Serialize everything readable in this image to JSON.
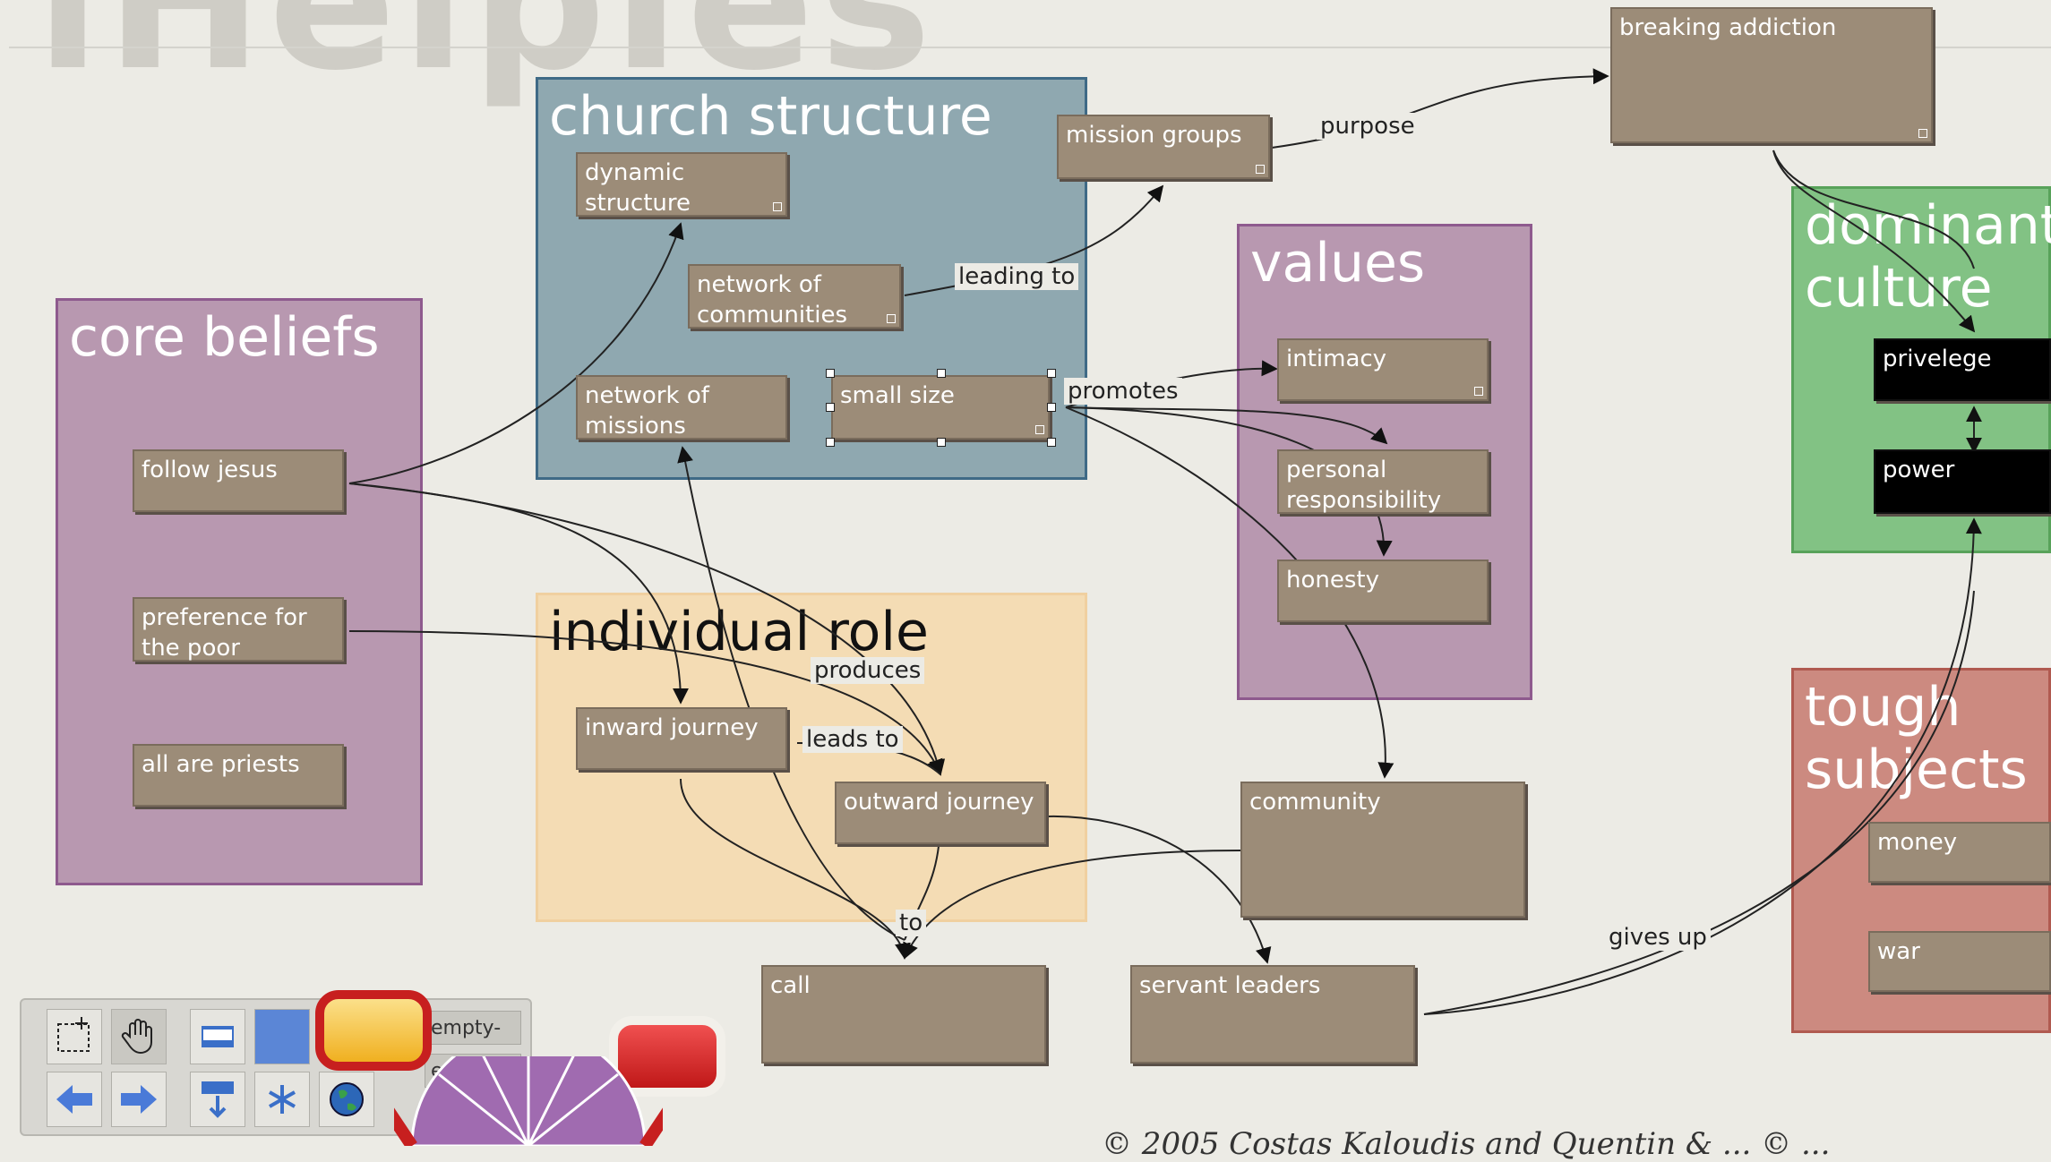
{
  "page": {
    "watermark_title": "iHelpIes",
    "footer": "© 2005 Costas Kaloudis and Quentin & ... © ..."
  },
  "regions": {
    "church_structure": {
      "title": "church structure",
      "color": "#8fa8b0"
    },
    "core_beliefs": {
      "title": "core beliefs",
      "color": "#b898b0"
    },
    "values": {
      "title": "values",
      "color": "#b898b0"
    },
    "individual_role": {
      "title": "individual role",
      "color": "#f4dcb4"
    },
    "dominant_culture": {
      "title": "dominant culture",
      "color": "#82c284"
    },
    "tough_subjects": {
      "title": "tough subjects",
      "color": "#cc8a80"
    }
  },
  "nodes": {
    "breaking_addiction": "breaking addiction",
    "mission_groups": "mission groups",
    "dynamic_structure": "dynamic structure",
    "network_of_communities": "network of communities",
    "network_of_missions": "network of missions",
    "small_size": "small size",
    "intimacy": "intimacy",
    "personal_responsibility": "personal responsibility",
    "honesty": "honesty",
    "follow_jesus": "follow jesus",
    "preference_for_the_poor": "preference for the poor",
    "all_are_priests": "all are priests",
    "inward_journey": "inward journey",
    "outward_journey": "outward journey",
    "community": "community",
    "call": "call",
    "servant_leaders": "servant leaders",
    "privelege": "privelege",
    "power": "power",
    "money": "money",
    "war": "war"
  },
  "edge_labels": {
    "purpose": "purpose",
    "leading_to": "leading to",
    "promotes": "promotes",
    "produces": "produces",
    "leads_to": "leads to",
    "to": "to",
    "gives_up": "gives up"
  },
  "toolbar": {
    "slot_1": "empty-",
    "slot_2": "empty-",
    "tools": [
      "select-tool",
      "hand-tool",
      "box-tool",
      "color-tool",
      "back",
      "forward",
      "drop",
      "snowflake",
      "globe"
    ]
  }
}
